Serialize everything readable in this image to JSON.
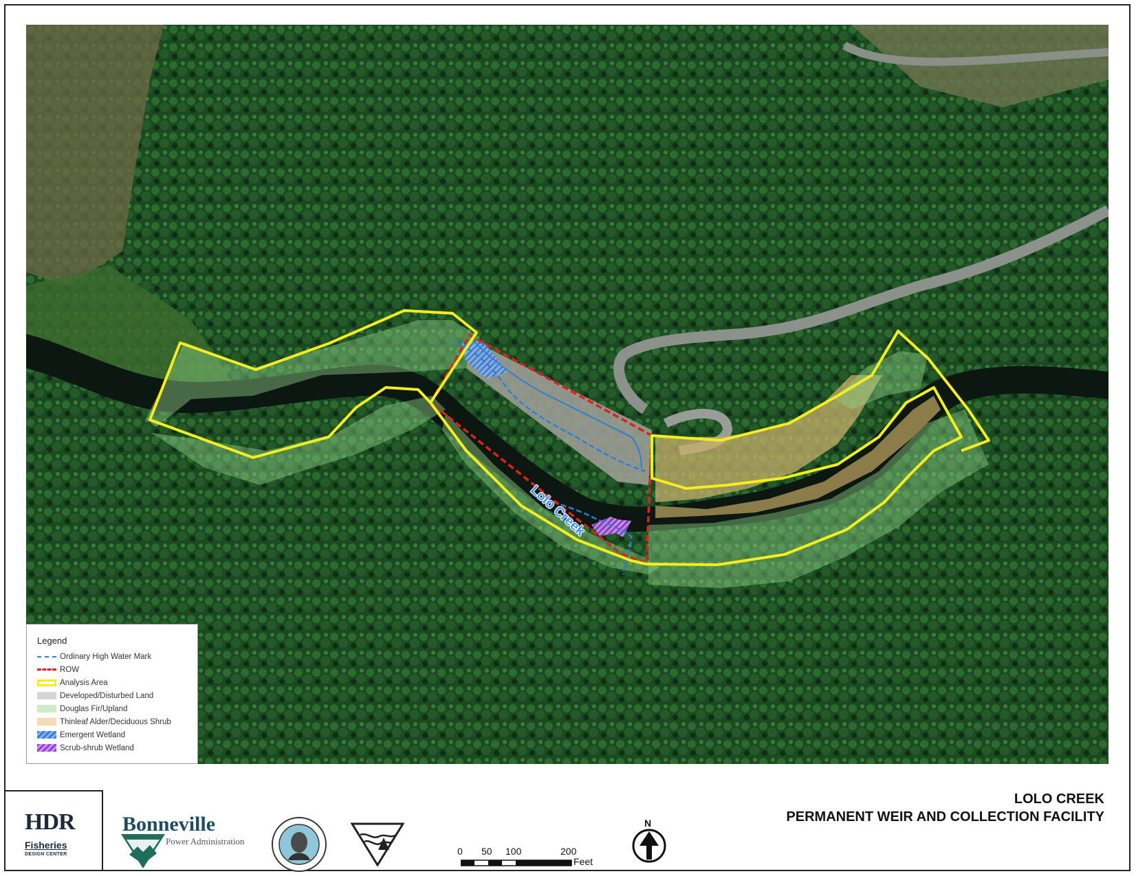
{
  "map": {
    "creek_label": "Lolo Creek"
  },
  "legend": {
    "title": "Legend",
    "items": [
      {
        "label": "Ordinary High Water Mark",
        "symbol": "dashed-blue-line",
        "color": "#2d7fd6"
      },
      {
        "label": "ROW",
        "symbol": "dashed-red-line",
        "color": "#e0211b"
      },
      {
        "label": "Analysis Area",
        "symbol": "yellow-outline",
        "color": "#f5ee1c"
      },
      {
        "label": "Developed/Disturbed Land",
        "symbol": "fill",
        "color": "#d6d6d6"
      },
      {
        "label": "Douglas Fir/Upland",
        "symbol": "fill",
        "color": "#cdebc7"
      },
      {
        "label": "Thinleaf Alder/Deciduous Shrub",
        "symbol": "fill",
        "color": "#f4dcb6"
      },
      {
        "label": "Emergent Wetland",
        "symbol": "hatched",
        "color": "#3d7fd8"
      },
      {
        "label": "Scrub-shrub Wetland",
        "symbol": "hatched",
        "color": "#9a3fd0"
      }
    ]
  },
  "title_block": {
    "line1": "LOLO CREEK",
    "line2": "PERMANENT WEIR AND COLLECTION FACILITY"
  },
  "logos": {
    "hdr": "HDR",
    "hdr_sub": "Fisheries",
    "hdr_sub2": "DESIGN CENTER",
    "bpa_name": "Bonneville",
    "bpa_sub": "Power Administration"
  },
  "scale_bar": {
    "ticks": [
      "0",
      "50",
      "100",
      "200"
    ],
    "unit": "Feet"
  },
  "north_arrow": {
    "label": "N"
  }
}
